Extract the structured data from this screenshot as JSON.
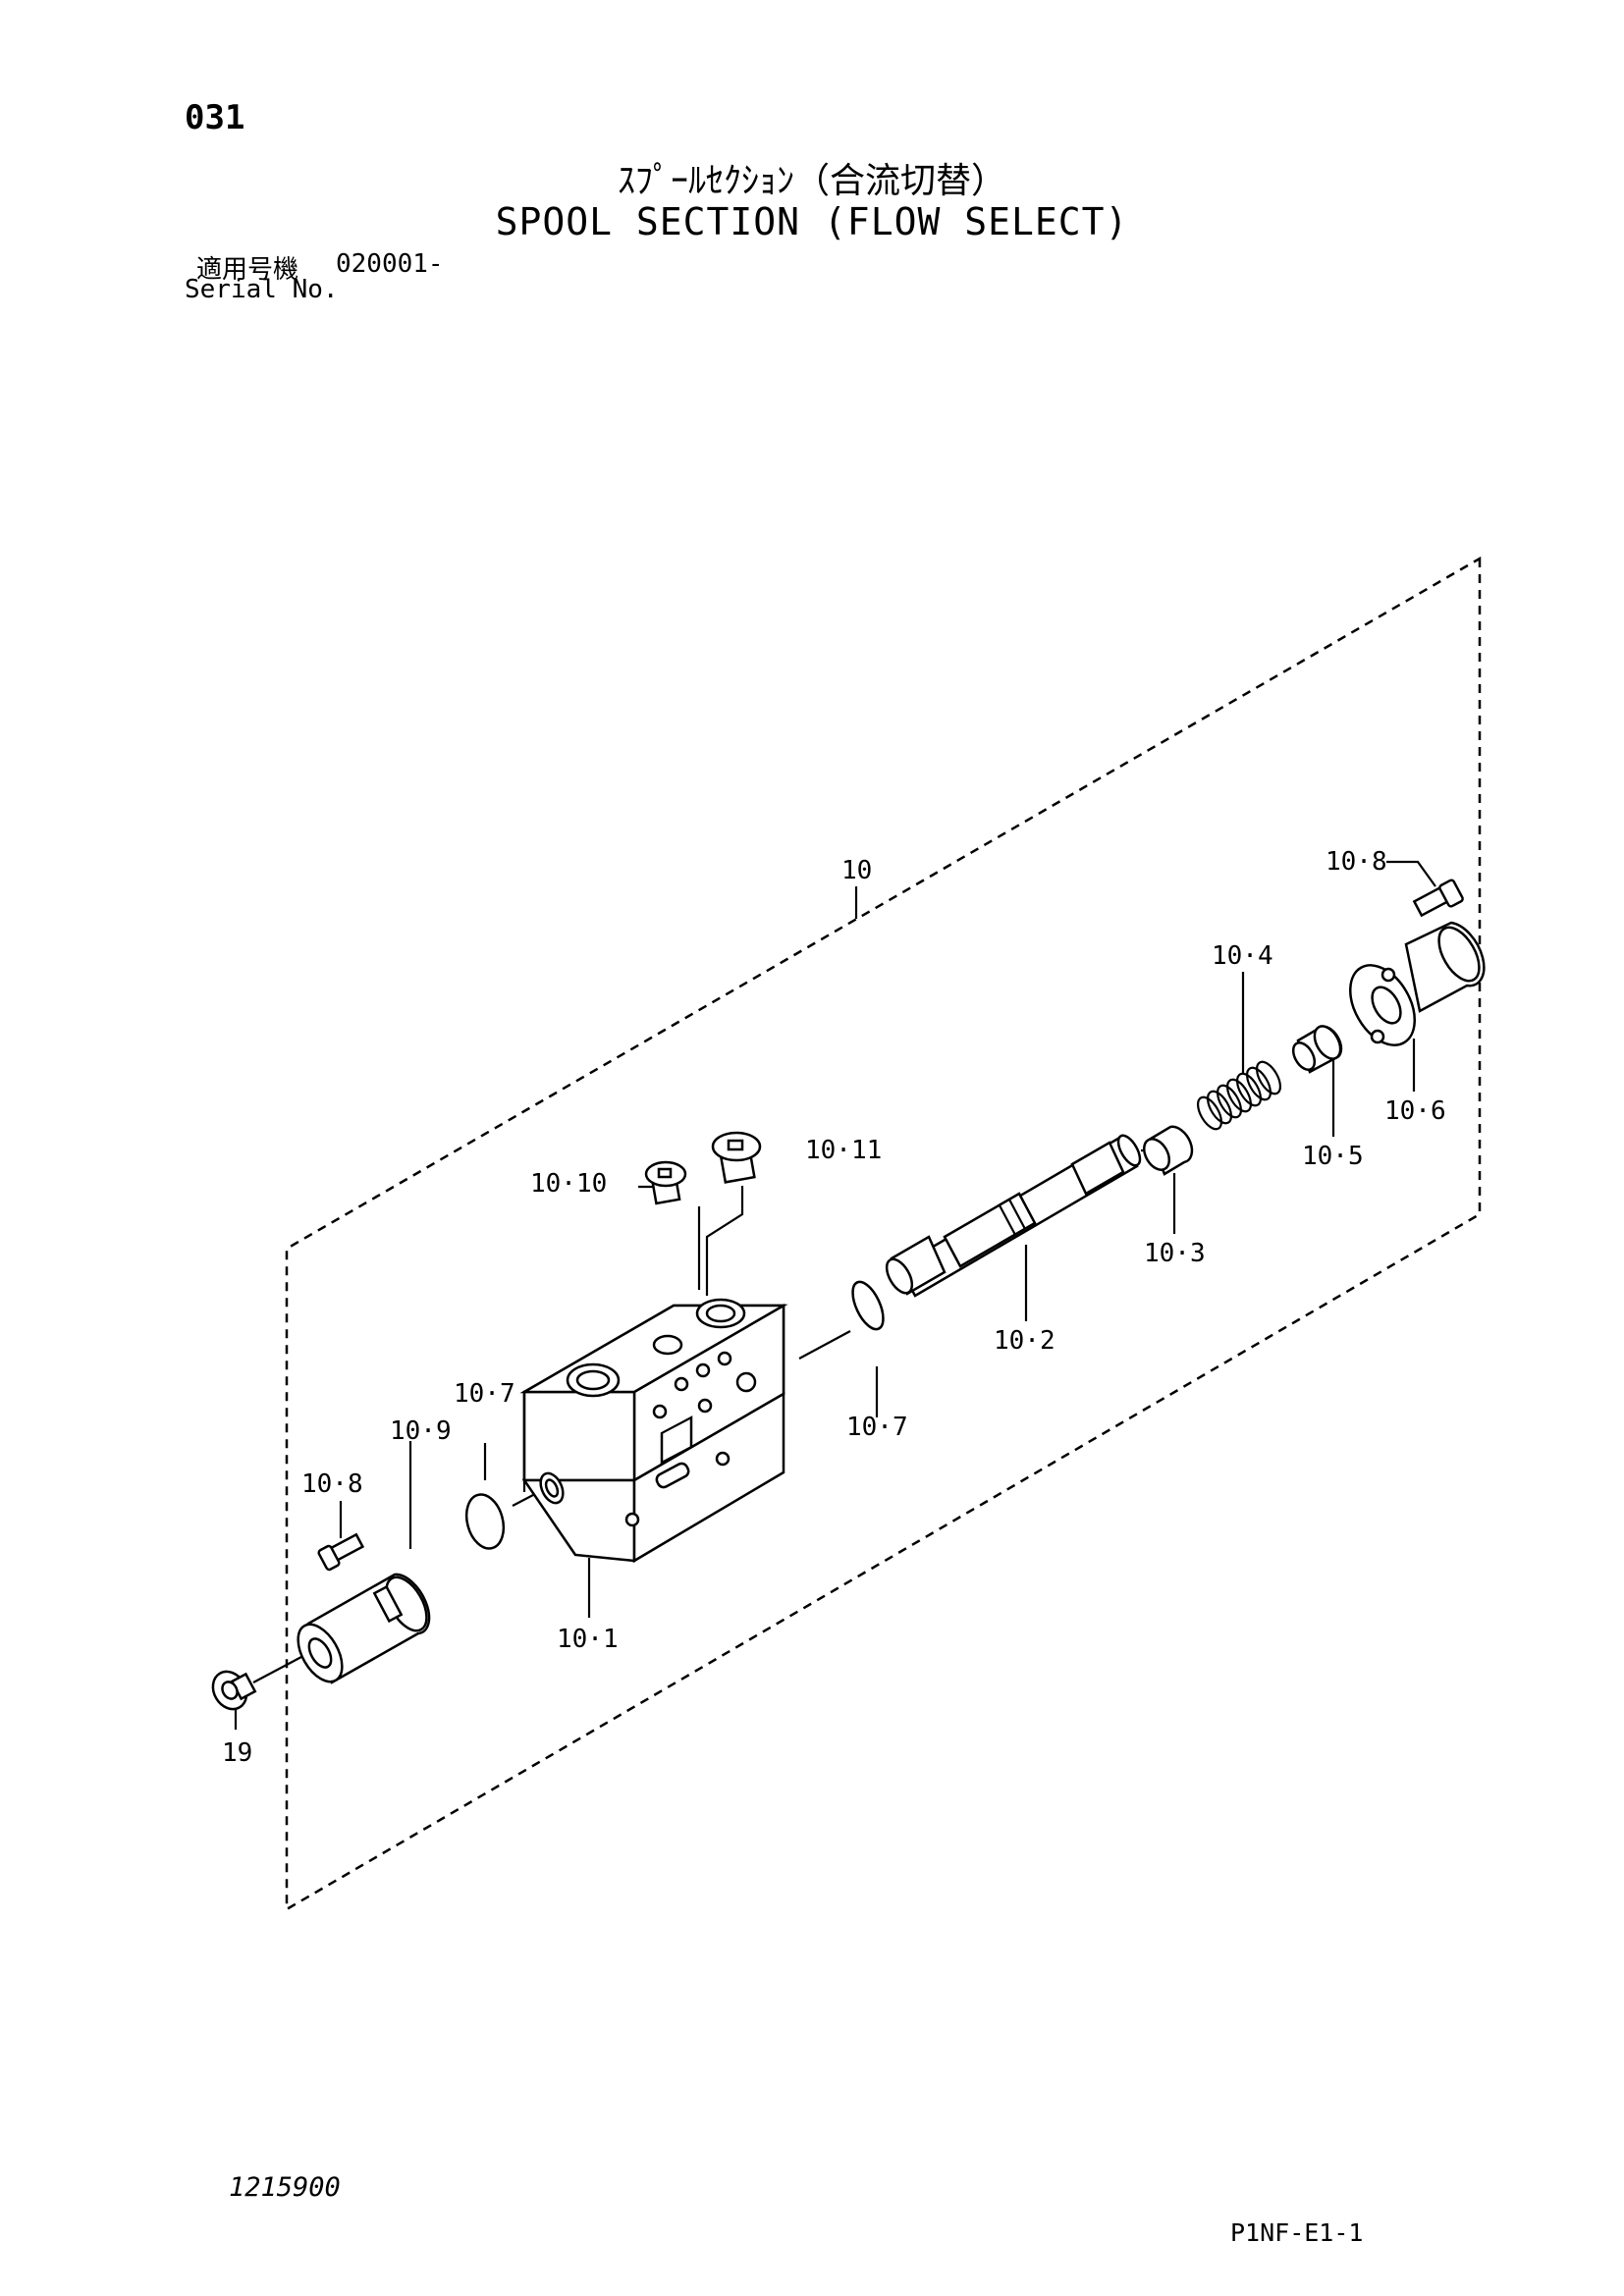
{
  "header": {
    "page_number": "031",
    "title_jp": "ｽﾌﾟｰﾙｾｸｼｮﾝ（合流切替）",
    "title_en": "SPOOL SECTION (FLOW SELECT)",
    "serial_label_jp": "適用号機",
    "serial_range": "020001-",
    "serial_label_en": "Serial No."
  },
  "callouts": {
    "c10": "10",
    "c10_8_top": "10·8",
    "c10_4": "10·4",
    "c10_6": "10·6",
    "c10_5": "10·5",
    "c10_11": "10·11",
    "c10_10": "10·10",
    "c10_3": "10·3",
    "c10_2": "10·2",
    "c10_7_left": "10·7",
    "c10_7_right": "10·7",
    "c10_9": "10·9",
    "c10_8_left": "10·8",
    "c10_1": "10·1",
    "c19": "19"
  },
  "footer": {
    "drawing_number": "1215900",
    "page_code": "P1NF-E1-1"
  }
}
